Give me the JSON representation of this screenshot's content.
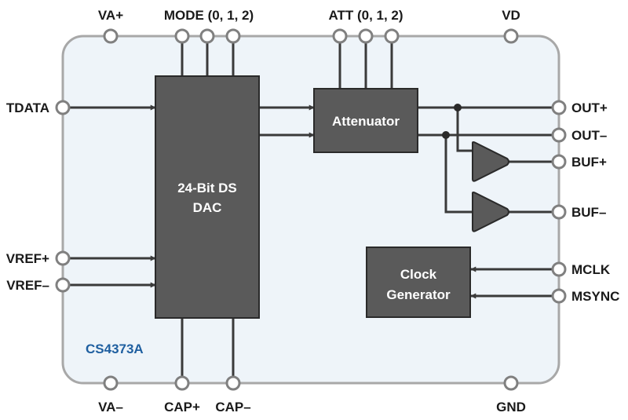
{
  "diagram": {
    "part_number": "CS4373A",
    "blocks": {
      "dac": [
        "24-Bit DS",
        "DAC"
      ],
      "attenuator": "Attenuator",
      "clock": [
        "Clock",
        "Generator"
      ]
    },
    "pins": {
      "top": {
        "va_plus": "VA+",
        "mode": "MODE (0, 1, 2)",
        "att": "ATT (0, 1, 2)",
        "vd": "VD"
      },
      "left": {
        "tdata": "TDATA",
        "vref_plus": "VREF+",
        "vref_minus": "VREF–"
      },
      "right": {
        "out_plus": "OUT+",
        "out_minus": "OUT–",
        "buf_plus": "BUF+",
        "buf_minus": "BUF–",
        "mclk": "MCLK",
        "msync": "MSYNC"
      },
      "bottom": {
        "va_minus": "VA–",
        "cap_plus": "CAP+",
        "cap_minus": "CAP–",
        "gnd": "GND"
      }
    },
    "colors": {
      "chip_fill": "#eef4f9",
      "chip_border": "#a8a8a8",
      "block_fill": "#5a5a5a",
      "part_label": "#1f5fa0"
    }
  }
}
